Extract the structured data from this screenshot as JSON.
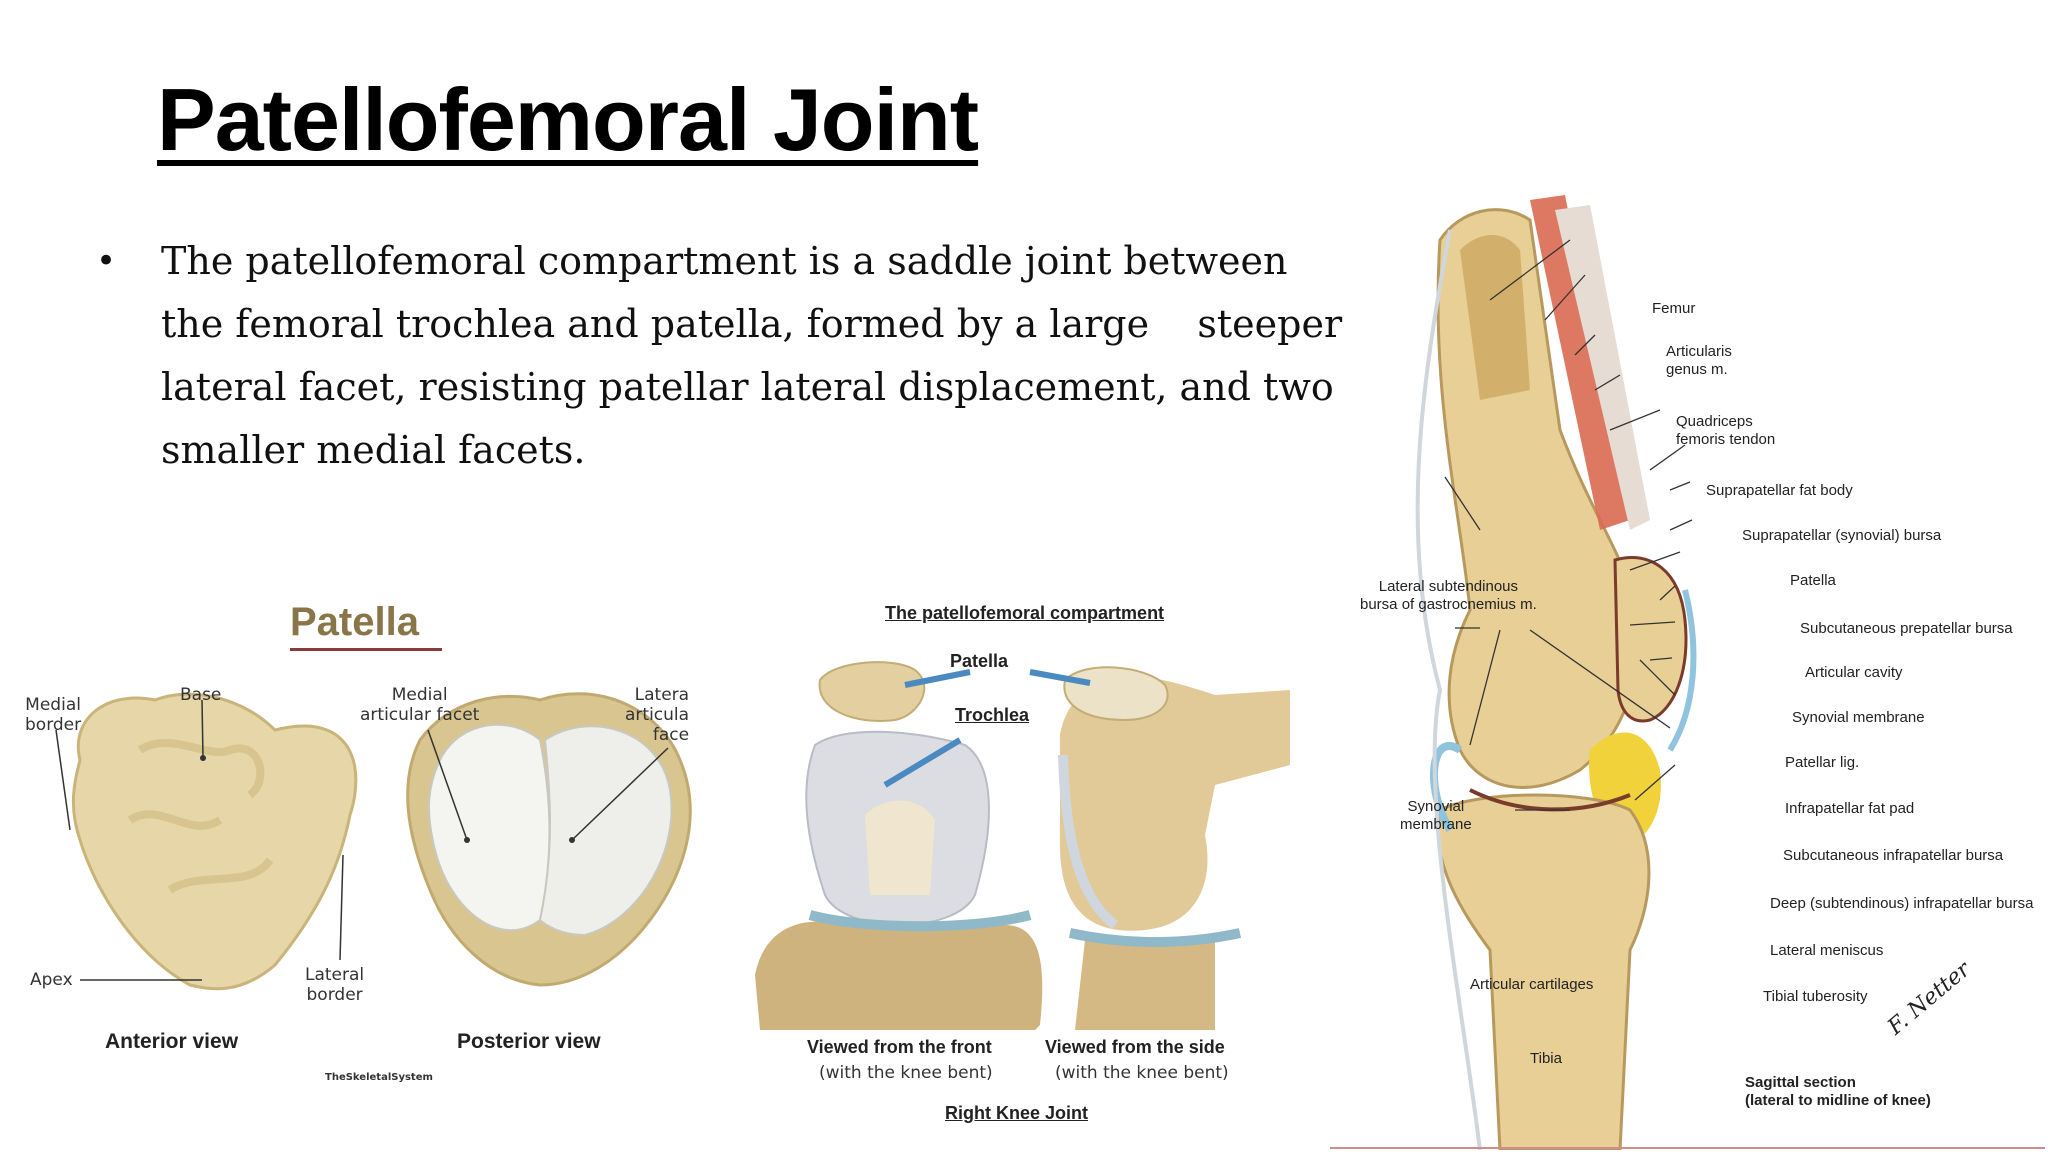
{
  "slide": {
    "title": "Patellofemoral Joint",
    "bullet_lines": [
      "The patellofemoral compartment is a saddle joint between",
      "the femoral trochlea and patella, formed by a large    steeper",
      "lateral facet, resisting patellar lateral displacement, and two",
      "smaller medial facets."
    ]
  },
  "figure_patella": {
    "heading": "Patella",
    "labels": {
      "medial_border": "Medial\nborder",
      "base": "Base",
      "medial_facet": "Medial\narticular facet",
      "lateral_facet": "Latera\narticula\nface",
      "apex": "Apex",
      "lateral_border": "Lateral\nborder"
    },
    "caption_left": "Anterior view",
    "caption_right": "Posterior view",
    "credit": "TheSkeletalSystem"
  },
  "figure_compartment": {
    "heading": "The patellofemoral compartment",
    "label_patella": "Patella",
    "label_trochlea": "Trochlea",
    "caption_front": "Viewed from the front",
    "caption_front_sub": "(with the knee bent)",
    "caption_side": "Viewed from the side",
    "caption_side_sub": "(with the knee bent)",
    "footer": "Right Knee Joint"
  },
  "figure_sagittal": {
    "labels_right": [
      "Femur",
      "Articularis\ngenus m.",
      "Quadriceps\nfemoris tendon",
      "Suprapatellar fat body",
      "Suprapatellar (synovial) bursa",
      "Patella",
      "Subcutaneous prepatellar bursa",
      "Articular cavity",
      "Synovial membrane",
      "Patellar lig.",
      "Infrapatellar fat pad",
      "Subcutaneous infrapatellar bursa",
      "Deep (subtendinous) infrapatellar bursa",
      "Lateral meniscus",
      "Tibial tuberosity"
    ],
    "label_bursa": "Lateral subtendinous\nbursa of gastrocnemius m.",
    "label_synovial": "Synovial\nmembrane",
    "label_cartilage": "Articular cartilages",
    "label_tibia": "Tibia",
    "caption": "Sagittal section\n(lateral to midline of knee)",
    "signature": "F. Netter"
  },
  "colors": {
    "bone": "#e8cf96",
    "cartilage": "#dfe7ee",
    "fat": "#f2d23a",
    "muscle": "#d96a52",
    "bursa": "#8fc3de"
  }
}
